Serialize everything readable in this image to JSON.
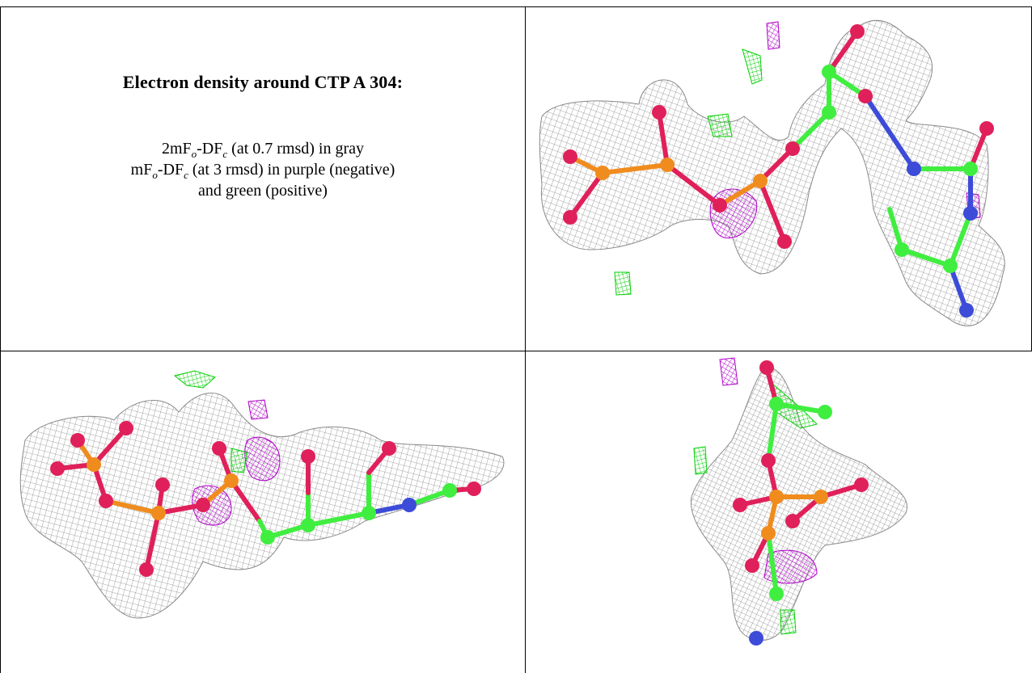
{
  "header": {
    "title": "Electron density around CTP A 304:"
  },
  "legend": {
    "line1": {
      "a": "2mF",
      "a_sub": "o",
      "b": "-DF",
      "b_sub": "c",
      "rest": " (at 0.7 rmsd) in gray"
    },
    "line2": {
      "a": "mF",
      "a_sub": "o",
      "b": "-DF",
      "b_sub": "c",
      "rest": " (at 3 rmsd) in purple (negative)"
    },
    "line3": "and green (positive)"
  },
  "colors": {
    "mesh_gray": "#8a8a8a",
    "negative_purple": "#b000c8",
    "positive_green": "#00e000",
    "oxygen": "#e0205a",
    "phosphorus": "#f08c1e",
    "carbon": "#40ee40",
    "nitrogen": "#3c4cd8"
  },
  "views": [
    {
      "name": "view-top-right"
    },
    {
      "name": "view-bottom-left"
    },
    {
      "name": "view-bottom-right"
    }
  ]
}
